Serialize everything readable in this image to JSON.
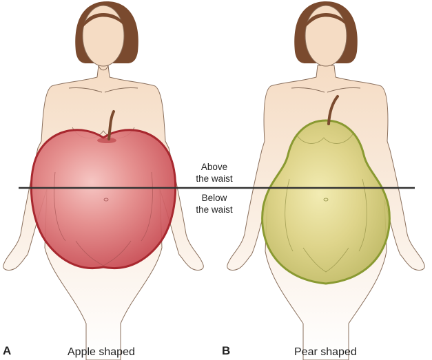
{
  "panels": [
    {
      "letter": "A",
      "caption": "Apple shaped",
      "fruit": "apple"
    },
    {
      "letter": "B",
      "caption": "Pear shaped",
      "fruit": "pear"
    }
  ],
  "waist_line": {
    "above": [
      "Above",
      "the waist"
    ],
    "below": [
      "Below",
      "the waist"
    ]
  },
  "colors": {
    "skin": "#f5dcc4",
    "skin_outline": "#8a6f5c",
    "hair": "#7a4a2e",
    "apple_fill": "#d9595f",
    "apple_outline": "#a8282f",
    "pear_fill": "#d6cf78",
    "pear_outline": "#8a9a32",
    "stem": "#7a4a2e",
    "line": "#333333"
  }
}
